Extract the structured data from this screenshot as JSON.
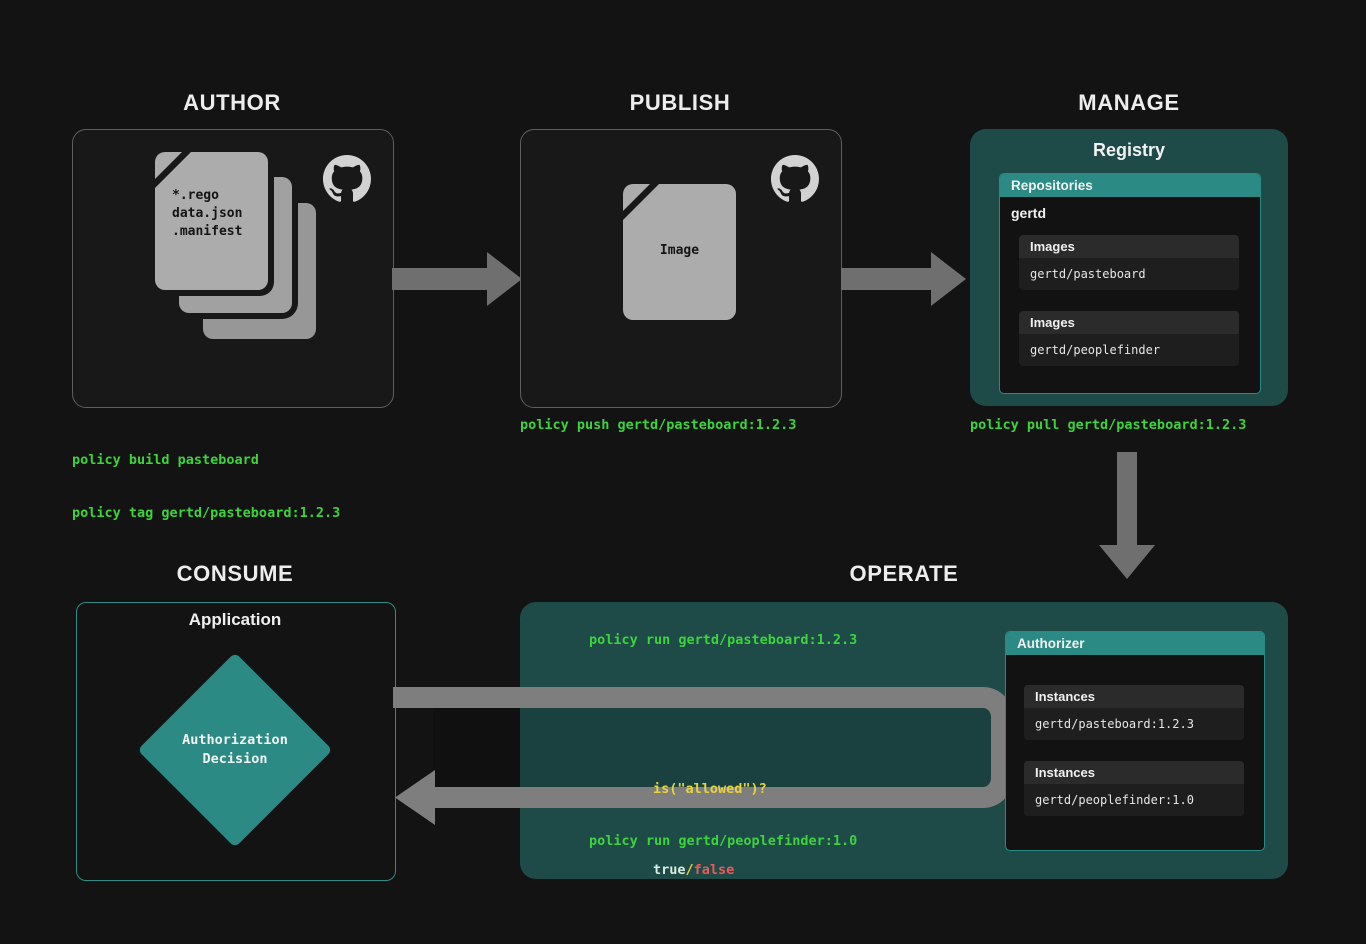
{
  "colors": {
    "background": "#131313",
    "teal_container": "#1E4B48",
    "teal_header": "#2B8B84",
    "command_green": "#3DD33D",
    "question_yellow": "#E8D23E",
    "true_mint": "#D8ECE3",
    "false_red": "#E85C5C",
    "arrow_gray": "#6F6F6F",
    "loop_gray": "#7E7E7E"
  },
  "sections": {
    "author": {
      "title": "AUTHOR",
      "files": [
        "*.rego",
        "data.json",
        ".manifest"
      ],
      "commands": [
        "policy build pasteboard",
        "policy tag gertd/pasteboard:1.2.3"
      ]
    },
    "publish": {
      "title": "PUBLISH",
      "doc_label": "Image",
      "command": "policy push gertd/pasteboard:1.2.3"
    },
    "manage": {
      "title": "MANAGE",
      "command": "policy pull gertd/pasteboard:1.2.3",
      "registry": {
        "title": "Registry",
        "header": "Repositories",
        "repo_name": "gertd",
        "groups": [
          {
            "header": "Images",
            "value": "gertd/pasteboard"
          },
          {
            "header": "Images",
            "value": "gertd/peoplefinder"
          }
        ]
      }
    },
    "operate": {
      "title": "OPERATE",
      "commands": [
        "policy run gertd/pasteboard:1.2.3",
        "policy run gertd/peoplefinder:1.0"
      ],
      "decision": {
        "question": "is(\"allowed\")?",
        "true_text": "true",
        "separator": "/",
        "false_text": "false"
      },
      "authorizer": {
        "header": "Authorizer",
        "groups": [
          {
            "header": "Instances",
            "value": "gertd/pasteboard:1.2.3"
          },
          {
            "header": "Instances",
            "value": "gertd/peoplefinder:1.0"
          }
        ]
      }
    },
    "consume": {
      "title": "CONSUME",
      "app_title": "Application",
      "decision_label": [
        "Authorization",
        "Decision"
      ]
    }
  },
  "icons": {
    "github": "github-octocat-mark"
  }
}
